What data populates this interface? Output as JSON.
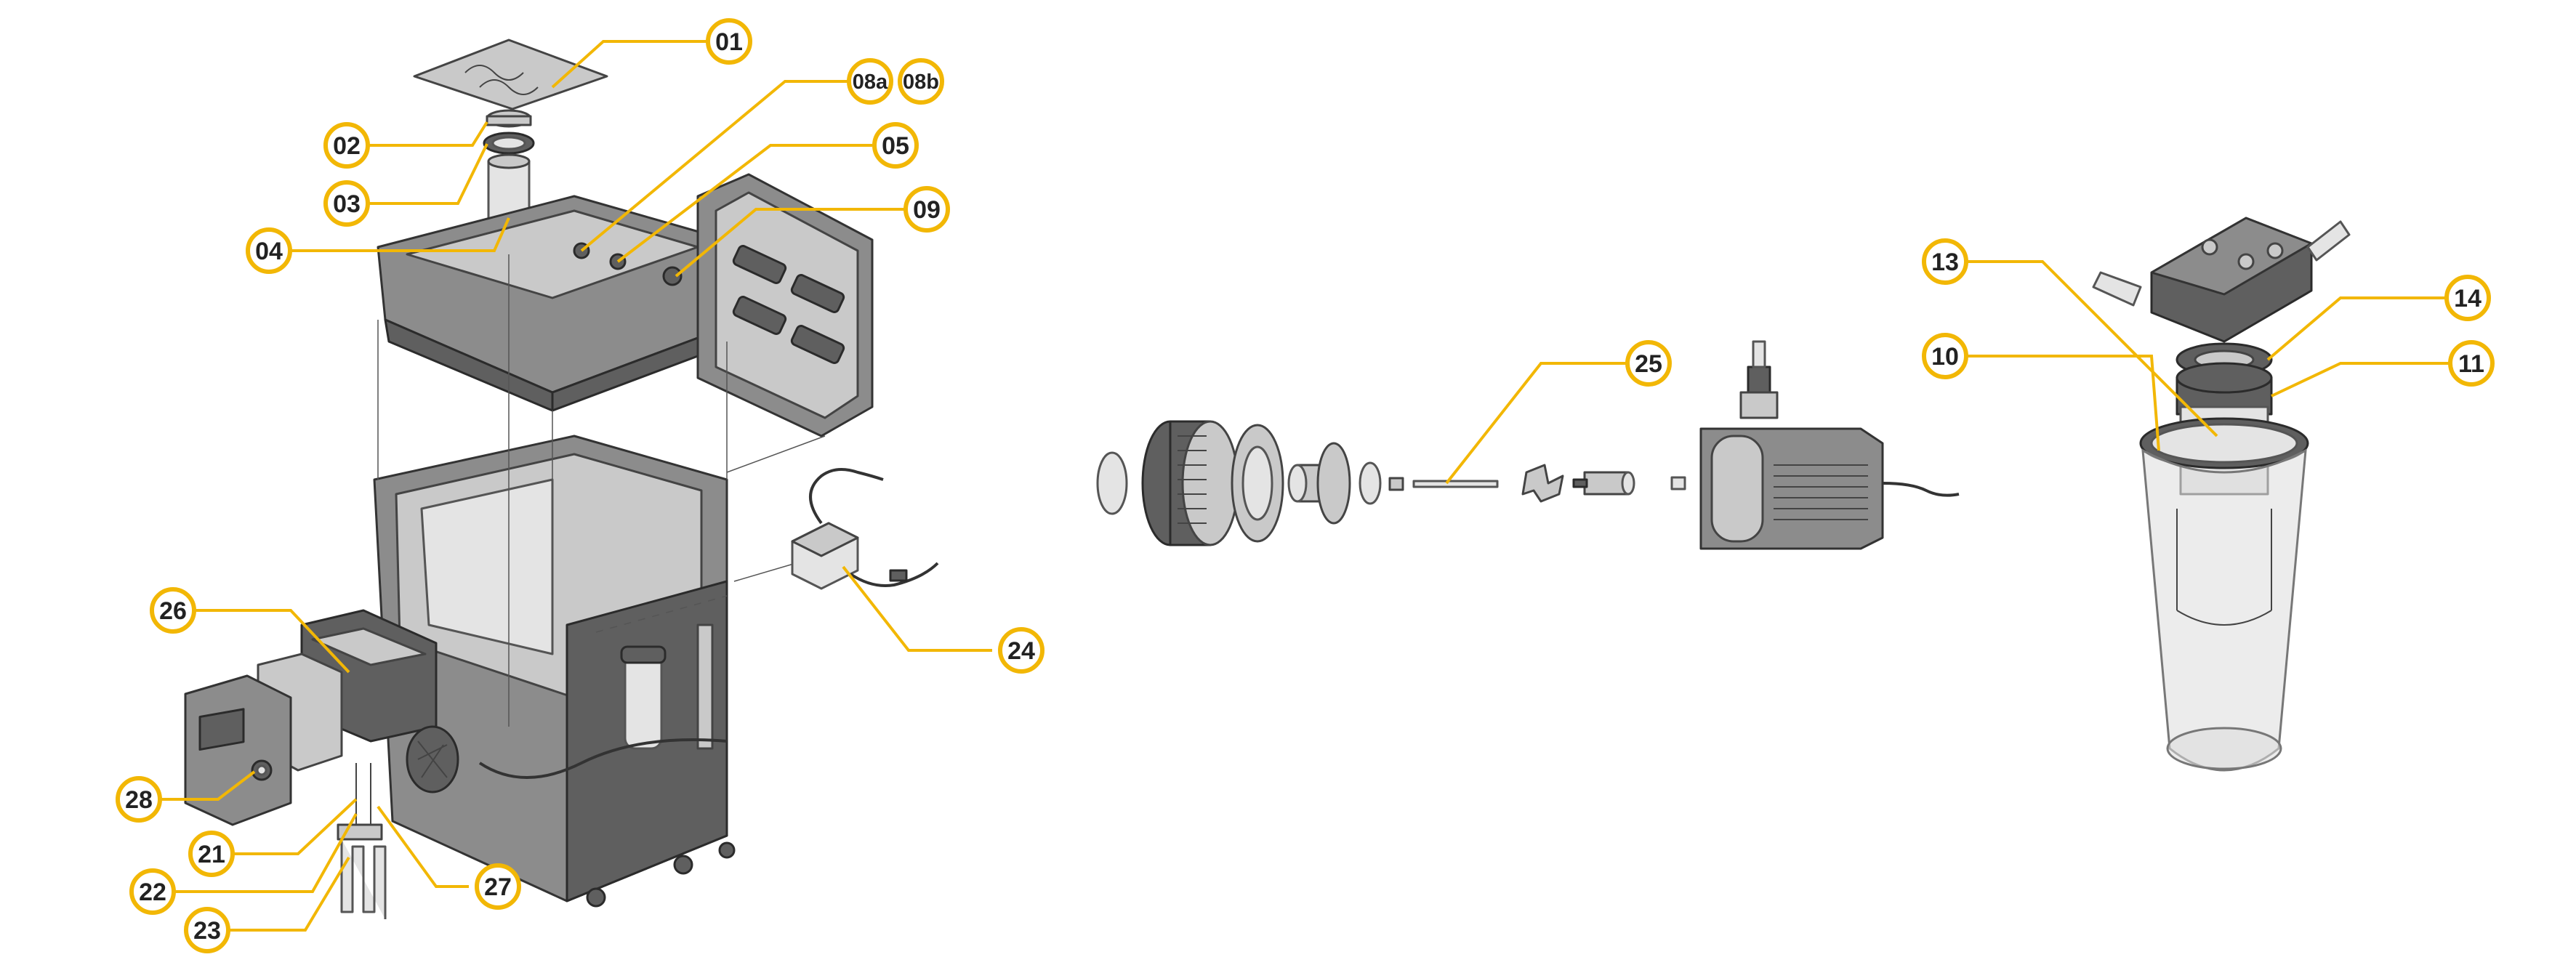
{
  "diagram": {
    "callouts": [
      {
        "id": "c01",
        "label": "01"
      },
      {
        "id": "c02",
        "label": "02"
      },
      {
        "id": "c03",
        "label": "03"
      },
      {
        "id": "c04",
        "label": "04"
      },
      {
        "id": "c05",
        "label": "05"
      },
      {
        "id": "c08a",
        "label": "08a"
      },
      {
        "id": "c08b",
        "label": "08b"
      },
      {
        "id": "c09",
        "label": "09"
      },
      {
        "id": "c10",
        "label": "10"
      },
      {
        "id": "c11",
        "label": "11"
      },
      {
        "id": "c13",
        "label": "13"
      },
      {
        "id": "c14",
        "label": "14"
      },
      {
        "id": "c21",
        "label": "21"
      },
      {
        "id": "c22",
        "label": "22"
      },
      {
        "id": "c23",
        "label": "23"
      },
      {
        "id": "c24",
        "label": "24"
      },
      {
        "id": "c25",
        "label": "25"
      },
      {
        "id": "c26",
        "label": "26"
      },
      {
        "id": "c27",
        "label": "27"
      },
      {
        "id": "c28",
        "label": "28"
      }
    ]
  },
  "colors": {
    "callout_ring": "#f2b705",
    "leader_line": "#f2b705",
    "part_body": "#8c8c8c"
  }
}
